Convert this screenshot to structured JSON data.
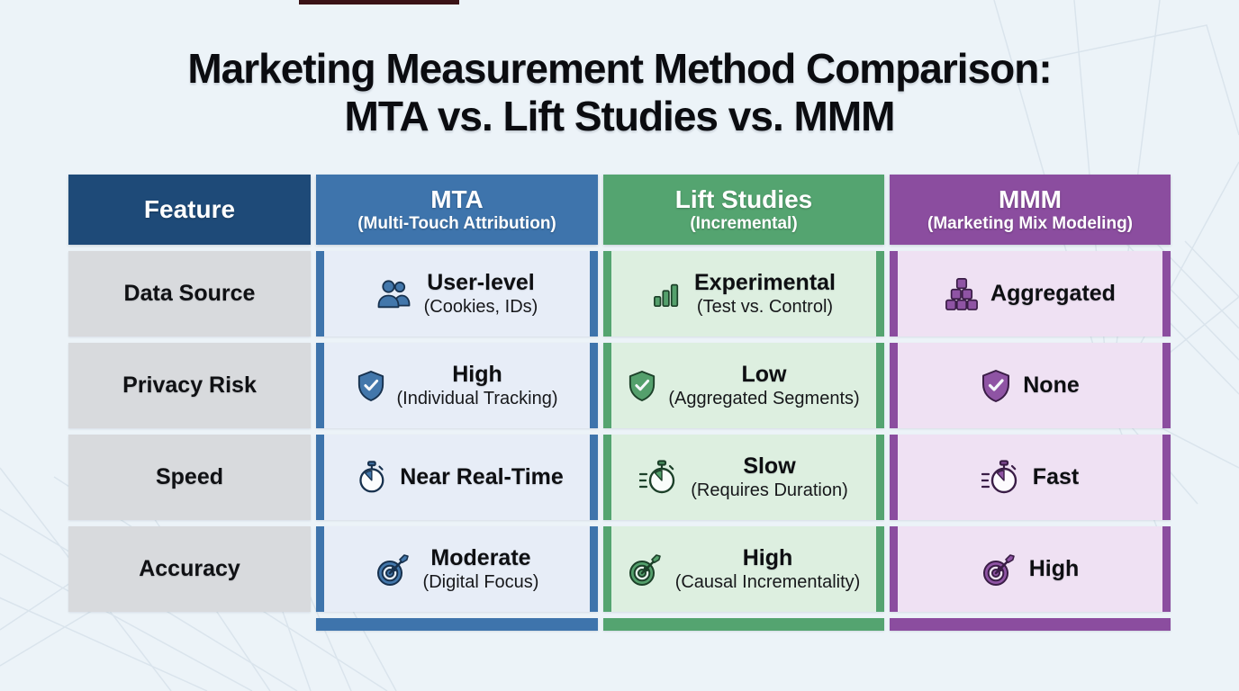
{
  "page": {
    "title_line1": "Marketing Measurement Method Comparison:",
    "title_line2": "MTA vs. Lift Studies vs. MMM"
  },
  "colors": {
    "page_bg": "#ecf3f8",
    "feature_header_bg": "#1e4a78",
    "feature_cell_bg": "#d8dadd",
    "mta_accent": "#3e74ac",
    "mta_cell_bg": "#e7edf7",
    "lift_accent": "#54a470",
    "lift_cell_bg": "#ddefe0",
    "mmm_accent": "#8b4d9f",
    "mmm_cell_bg": "#efe1f3"
  },
  "table": {
    "columns": [
      {
        "key": "feature",
        "title": "Feature",
        "subtitle": ""
      },
      {
        "key": "mta",
        "title": "MTA",
        "subtitle": "(Multi-Touch Attribution)"
      },
      {
        "key": "lift",
        "title": "Lift Studies",
        "subtitle": "(Incremental)"
      },
      {
        "key": "mmm",
        "title": "MMM",
        "subtitle": "(Marketing Mix Modeling)"
      }
    ],
    "rows": [
      {
        "feature": "Data Source",
        "mta": {
          "icon": "users-icon",
          "value": "User-level",
          "detail": "(Cookies, IDs)"
        },
        "lift": {
          "icon": "bar-chart-icon",
          "value": "Experimental",
          "detail": "(Test vs. Control)"
        },
        "mmm": {
          "icon": "blocks-icon",
          "value": "Aggregated",
          "detail": ""
        }
      },
      {
        "feature": "Privacy Risk",
        "mta": {
          "icon": "shield-check-icon",
          "value": "High",
          "detail": "(Individual Tracking)"
        },
        "lift": {
          "icon": "shield-check-icon",
          "value": "Low",
          "detail": "(Aggregated Segments)"
        },
        "mmm": {
          "icon": "shield-check-icon",
          "value": "None",
          "detail": ""
        }
      },
      {
        "feature": "Speed",
        "mta": {
          "icon": "stopwatch-icon",
          "value": "Near Real-Time",
          "detail": ""
        },
        "lift": {
          "icon": "stopwatch-icon",
          "value": "Slow",
          "detail": "(Requires Duration)"
        },
        "mmm": {
          "icon": "stopwatch-icon",
          "value": "Fast",
          "detail": ""
        }
      },
      {
        "feature": "Accuracy",
        "mta": {
          "icon": "target-icon",
          "value": "Moderate",
          "detail": "(Digital Focus)"
        },
        "lift": {
          "icon": "target-icon",
          "value": "High",
          "detail": "(Causal Incrementality)"
        },
        "mmm": {
          "icon": "target-icon",
          "value": "High",
          "detail": ""
        }
      }
    ]
  },
  "chart_data": {
    "type": "table",
    "title": "Marketing Measurement Method Comparison: MTA vs. Lift Studies vs. MMM",
    "columns": [
      "Feature",
      "MTA (Multi-Touch Attribution)",
      "Lift Studies (Incremental)",
      "MMM (Marketing Mix Modeling)"
    ],
    "rows": [
      [
        "Data Source",
        "User-level (Cookies, IDs)",
        "Experimental (Test vs. Control)",
        "Aggregated"
      ],
      [
        "Privacy Risk",
        "High (Individual Tracking)",
        "Low (Aggregated Segments)",
        "None"
      ],
      [
        "Speed",
        "Near Real-Time",
        "Slow (Requires Duration)",
        "Fast"
      ],
      [
        "Accuracy",
        "Moderate (Digital Focus)",
        "High (Causal Incrementality)",
        "High"
      ]
    ],
    "column_colors": [
      "#1e4a78",
      "#3e74ac",
      "#54a470",
      "#8b4d9f"
    ],
    "legend_position": "none",
    "grid": false
  }
}
